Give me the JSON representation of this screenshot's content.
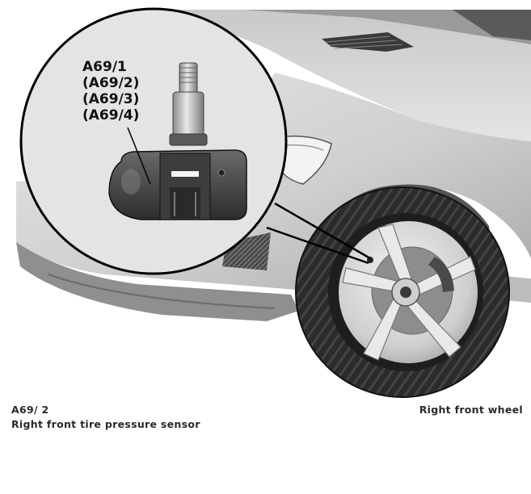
{
  "figure": {
    "callout_labels": [
      "A69/1",
      "(A69/2)",
      "(A69/3)",
      "(A69/4)"
    ]
  },
  "caption": {
    "component_code": "A69/ 2",
    "component_description": "Right front tire pressure sensor",
    "location": "Right front wheel"
  },
  "colors": {
    "paint_light": "#d9d9d9",
    "paint_mid": "#b8b8b8",
    "tire_dark": "#2b2b2b",
    "inset_bg": "#e2e2e2",
    "outline": "#111111"
  },
  "icons": [
    "car-body-illustration",
    "tire-pressure-sensor-illustration",
    "wheel-rim-illustration"
  ]
}
